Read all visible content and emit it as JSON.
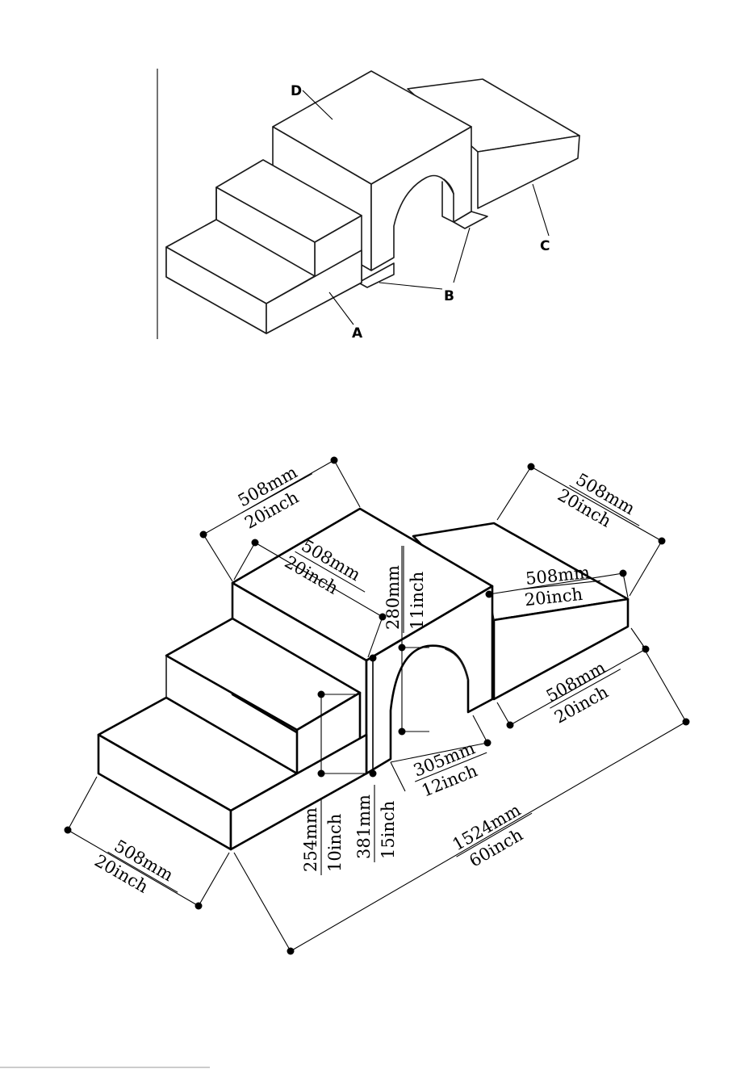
{
  "parts": {
    "a": "A",
    "b": "B",
    "c": "C",
    "d": "D"
  },
  "dimensions": {
    "top_left_mm": "508mm",
    "top_left_in": "20inch",
    "tunnel_top_mm": "508mm",
    "tunnel_top_in": "20inch",
    "tunnel_height_mm": "280mm",
    "tunnel_height_in": "11inch",
    "ramp_top_mm": "508mm",
    "ramp_top_in": "20inch",
    "ramp_width_mm": "508mm",
    "ramp_width_in": "20inch",
    "ramp_side_mm": "508mm",
    "ramp_side_in": "20inch",
    "arch_width_mm": "305mm",
    "arch_width_in": "12inch",
    "step_height_mm": "254mm",
    "step_height_in": "10inch",
    "tunnel_wall_mm": "381mm",
    "tunnel_wall_in": "15inch",
    "total_length_mm": "1524mm",
    "total_length_in": "60inch",
    "step_width_mm": "508mm",
    "step_width_in": "20inch"
  }
}
